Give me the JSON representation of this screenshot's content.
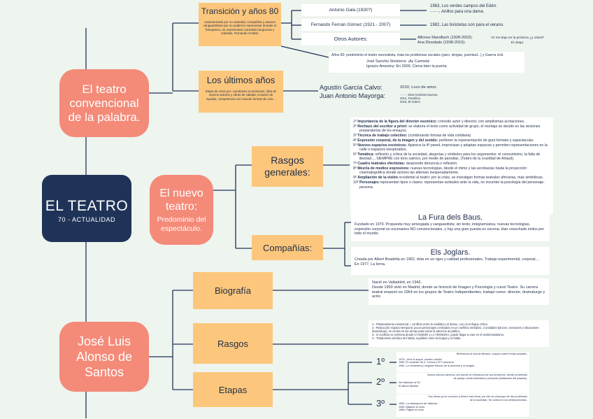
{
  "main": {
    "title": "EL TEATRO",
    "subtitle": "70 - ACTUALIDAD"
  },
  "conv": {
    "title": "El teatro convencional de la palabra.",
    "transicion": {
      "title": "Transición y años 80",
      "desc": "Caracterizado por su variedad, compañías y autores vanguardistas que no pudieron representar durante el franquismo, se representan comedias burguesas y realistas. Fernando Arrabal.",
      "authors": {
        "gala": "Antonio Gala (1930?)",
        "fernan": "Fernando Fernán Gómez (1921 - 2007)",
        "otros": "Otros Autores:"
      },
      "gala_works": "1963, Los verdes campos del Edén.\n- - - -, Anillos para una dama.",
      "fernan_works": "1982, Las bicicletas son para el verano.",
      "otros_names": "Alfonso Marsillach (1928-2002):\nAna Diosdado (1938-2015):",
      "otros_works": "Yo me bajo en la próxima ¿y usted?\nEl okapi.",
      "anos80": "Años 80: predominio el teatro neorealista, trata los problemas sociales (paro, drogas, juventud...) y Guerra civil.",
      "sinisterra": "José Sanchis Sinisterra: ¡Ay Carmela!\nIgnacio Amestoy: En 2000, Cierra bien la puerta."
    },
    "ultimos": {
      "title": "Los últimos años",
      "desc": "Etapa de crisis por: cuestiones económicas, falta de nuevos autores y obras de calidad, escasez de ayudas, competencia con nuevas formas de ocio...",
      "authors": "Agustín García Calvo:\nJuan Antonio Mayorga:",
      "calvo": "2010, Loco de amor.",
      "mayorga": "- - - -, Siete hombres buenos.\n2014, Famélica.\n2015, El Golem."
    }
  },
  "nuevo": {
    "title": "El nuevo teatro:",
    "subtitle": "Predominio del espectáculo.",
    "rasgos": {
      "title": "Rasgos generales:",
      "items": [
        {
          "n": "1º",
          "b": "Importancia de la figura del director escénico:",
          "t": "coincide autor y director, con amplísimas acotaciones."
        },
        {
          "n": "2º",
          "b": "Rechazo del escritor a priori:",
          "t": "se elabora el texto como actividad de grupo, el montaje se decide en las sesiones preparatorias de los ensayos."
        },
        {
          "n": "3º",
          "b": "Técnica de trabajo colectivo:",
          "t": "(combinando formas de vida cotidiana)"
        },
        {
          "n": "4º",
          "b": "Expresión corporal, de la imagen y del sonido:",
          "t": "prefieren la representación de gran formato y espectacular."
        },
        {
          "n": "5º",
          "b": "Nuevos espacios escénicos:",
          "t": "Aparece la 4ª pared, improvisan y adaptan espacios y permiten representaciones en la calle o espacios inesperados."
        },
        {
          "n": "6º",
          "b": "Temática:",
          "t": "reflexión y crítica de la sociedad, alegorías y símbolos para los argumentos: el consumismo, la falta de libertad..., SIEMPRE con tono satírico, por medio de parodias. (Teatro de la crueldad de Artaud)."
        },
        {
          "n": "7º",
          "b": "Cuadro teatrales efectistas:",
          "t": "desprende denuncia o reflexión."
        },
        {
          "n": "8º",
          "b": "Mezcla de medios expresivos:",
          "t": "nuevas tecnologías, desde el mimo y las acrobacias hasta la proyección cinematográfica donde actores las alternan inesperadamente."
        },
        {
          "n": "9º",
          "b": "Ampliación de la visión",
          "t": "occidental al teatro: por la crisis, se investigan formas teatrales africanas, más simbólicas."
        },
        {
          "n": "10º",
          "b": "Personajes",
          "t": "representan tipos o clases: representan actitudes ante la vida, no incumbe la psicología del personaje-persona."
        }
      ]
    },
    "companias": {
      "title": "Compañías:",
      "fura_title": "La Fura dels Baus.",
      "fura_text": "Fundado en 1979. Propuesta muy arriesgada y vanguardista: sin texto, integramúsica, nuevas tecnologías, expresión corporal en escenarios NO convencionales, y hay una gran puesta en escena. Han cosechado éxitos por todo el mundo.",
      "joglars_title": "Els Joglars.",
      "joglars_text": "Creada por Albert Boadella en 1962, dota en un rigor y calidad profesionales. Trabajo experimental, corporal....\nEn 1977, La torna."
    }
  },
  "alonso": {
    "title": "José Luis Alonso de Santos",
    "biografia": {
      "title": "Biografía",
      "text": "Nació en Valladolid, en 1942.\nDesde 1959 vivió en Madrid, donde se licenció de Imagen y Psicología y cursó Teatro. Su carrera teatral empezó en 1964 en los grupos de Teatro Independientes, trabajó como: director, dramaturgo y actor."
    },
    "rasgos": {
      "title": "Rasgos",
      "text": "1.- Planteamiento existencial = conflicto entre la realidad y el deseo, con un enfoque crítico.\n2.- Reducción espacio-temporal, pocos personajes centrados en un conflicto verbalizo. 3 unidades (lances, canciones y situaciones dramáticas), se centra en las armas para tomar la atención al público.\n3.- O conflicto se enfrenta desde el HUMOR y LA TERNURA, puede llegar a caer en el sentimentalismo.\n4.- Tratamiento artístico del habla, equilibrio entre la lengua y el habla."
    },
    "etapas": {
      "title": "Etapas",
      "items": [
        {
          "n": "1º",
          "note": "Referencia al mundo literario, coqueo sobre temas actuales.",
          "works": "1975, ¡Viva el duque, nuestro dueño!\n1980, El combate de D. Carnal y Dª Cuaresma.\n1982, La verdadera y singular historia de la princesa y el dragón."
        },
        {
          "n": "2º",
          "note": "Busca nuevos caminos, por donde se introduzca de sus tensiones, tiende problemas de pareja, social (intimidad y personal (fantasmas del pasado).",
          "works": "Del laberinto al 30.\nEl álbum familiar."
        },
        {
          "n": "3º",
          "note": "Sus obras ya se conocen y tienen más fama, por ello se preocupa de dar problemas de la sociedad. Se vuelca en los desfavorecidos.",
          "works": "1982, La estanquera de Vallecas.\n1985, Bajarse al moro.\n1986, Pagine al torso."
        }
      ]
    }
  },
  "colors": {
    "navy": "#1f3358",
    "pink": "#f48a78",
    "yellow": "#fcc77c",
    "background": "#eef4ee",
    "white": "#ffffff"
  }
}
